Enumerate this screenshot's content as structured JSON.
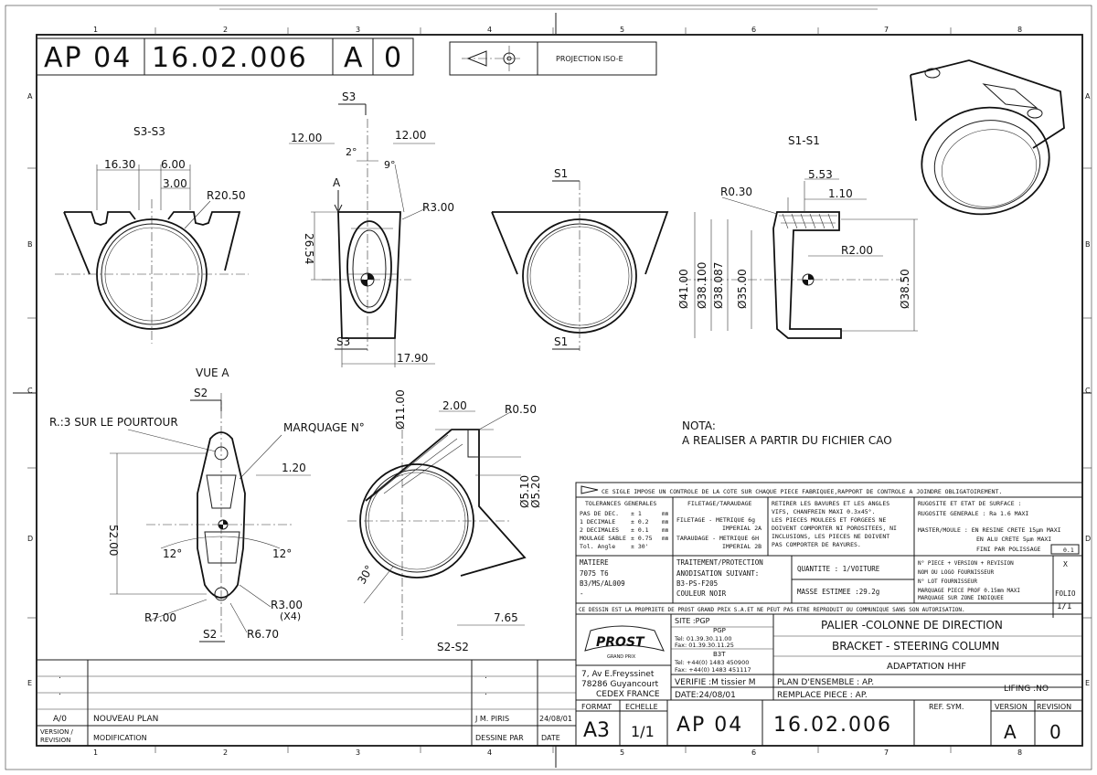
{
  "header": {
    "code": "AP 04",
    "number": "16.02.006",
    "variant": "A",
    "revision": "0",
    "projection": "PROJECTION ISO-E"
  },
  "columns": [
    "1",
    "2",
    "3",
    "4",
    "5",
    "6",
    "7",
    "8"
  ],
  "rows": [
    "A",
    "B",
    "C",
    "D",
    "E"
  ],
  "views": {
    "s3s3": {
      "title": "S3-S3",
      "dim_a": "16.30",
      "dim_b": "6.00",
      "dim_c": "3.00",
      "radius": "R20.50"
    },
    "side": {
      "section_top": "S3",
      "section_bottom": "S3",
      "arrow": "A",
      "dim_left": "12.00",
      "dim_right": "12.00",
      "angle1": "2°",
      "angle2": "9°",
      "radius": "R3.00",
      "height": "26.54",
      "width": "17.90"
    },
    "front": {
      "section_top": "S1",
      "section_bottom": "S1"
    },
    "s1s1": {
      "title": "S1-S1",
      "r_small": "R0.30",
      "dim_1": "5.53",
      "dim_2": "1.10",
      "r_big": "R2.00",
      "d1": "Ø41.00",
      "d2": "Ø38.100",
      "d3": "Ø38.087",
      "d4": "Ø35.00",
      "d5": "Ø38.50"
    },
    "vue_a": {
      "title": "VUE A",
      "section": "S2",
      "section_bottom": "S2",
      "note": "R.:3 SUR LE POURTOUR",
      "marking": "MARQUAGE N°",
      "dim_width": "1.20",
      "height": "52.00",
      "angle_l": "12°",
      "angle_r": "12°",
      "r7": "R7.00",
      "r3": "R3.00",
      "x4": "(X4)",
      "r6": "R6.70"
    },
    "s2s2": {
      "title": "S2-S2",
      "d11": "Ø11.00",
      "dim_2": "2.00",
      "r05": "R0.50",
      "d52": "Ø5.20",
      "d51": "Ø5.10",
      "angle": "30°",
      "dim_765": "7.65"
    }
  },
  "nota": {
    "title": "NOTA:",
    "text": "A REALISER A PARTIR DU FICHIER CAO"
  },
  "title_block": {
    "symbol_note": "CE SIGLE IMPOSE UN CONTROLE DE LA COTE SUR CHAQUE PIECE FABRIQUEE,RAPPORT DE CONTROLE A JOINDRE OBLIGATOIREMENT.",
    "tolerances": {
      "head": "TOLERANCES GENERALES",
      "rows": [
        [
          "PAS DE DEC.",
          "± 1",
          "mm"
        ],
        [
          "1 DECIMALE",
          "± 0.2",
          "mm"
        ],
        [
          "2 DECIMALES",
          "± 0.1",
          "mm"
        ],
        [
          "MOULAGE SABLE",
          "± 0.75",
          "mm"
        ],
        [
          "Tol. Angle",
          "± 30'",
          ""
        ]
      ]
    },
    "threads": {
      "head": "FILETAGE/TARAUDAGE",
      "l1": "FILETAGE - METRIQUE 6g",
      "l2": "IMPERIAL 2A",
      "l3": "TARAUDAGE - METRIQUE 6H",
      "l4": "IMPERIAL 2B"
    },
    "finish": {
      "l1": "RETIRER LES BAVURES ET LES ANGLES",
      "l2": "VIFS, CHANFREIN MAXI 0.3x45°.",
      "l3": "LES PIECES MOULEES ET FORGEES NE",
      "l4": "DOIVENT COMPORTER NI POROSITEES, NI",
      "l5": "INCLUSIONS, LES PIECES NE DOIVENT",
      "l6": "PAS COMPORTER DE RAYURES."
    },
    "roughness": {
      "l1": "RUGOSITE ET ETAT DE SURFACE :",
      "l2": "RUGOSITE GENERALE : Ra 1.6 MAXI",
      "l3": "MASTER/MOULE : EN RESINE CRETE 15µm MAXI",
      "l4": "EN ALU CRETE 5µm MAXI",
      "l5": "FINI PAR POLISSAGE",
      "l6": "0.1"
    },
    "material": {
      "head": "MATIERE",
      "v1": "7075 T6",
      "v2": "B3/MS/AL009",
      "v3": "-"
    },
    "treatment": {
      "head": "TRAITEMENT/PROTECTION",
      "v1": "ANODISATION SUIVANT:",
      "v2": "B3-PS-F205",
      "v3": "COULEUR NOIR"
    },
    "quantity": "QUANTITE :  1/VOITURE",
    "mass": "MASSE ESTIMEE :29.2g",
    "marking": {
      "l1": "N° PIECE + VERSION + REVISION",
      "l2": "NOM OU LOGO FOURNISSEUR",
      "l3": "N° LOT FOURNISSEUR",
      "l4": "MARQUAGE PIECE PROF 0.15mm MAXI",
      "l5": "MARQUAGE SUR ZONE INDIQUEE",
      "x": "X"
    },
    "folio_label": "FOLIO",
    "folio": "1/1",
    "property": "CE DESSIN EST LA PROPRIETE DE PROST GRAND PRIX S.A.ET NE PEUT PAS ETRE REPRODUIT OU COMMUNIQUE SANS SON AUTORISATION.",
    "logo": "PROST",
    "logo_sub": "GRAND PRIX",
    "site": "SITE :PGP",
    "pgp": "PGP",
    "tel1": "Tel: 01.39.30.11.00",
    "fax1": "Fax: 01.39.30.11.25",
    "b3t": "B3T",
    "tel2": "Tel: +44(0) 1483 450900",
    "fax2": "Fax: +44(0) 1483 451117",
    "addr1": "7, Av E.Freyssinet",
    "addr2": "78286 Guyancourt",
    "addr3": "CEDEX FRANCE",
    "title_fr": "PALIER -COLONNE DE DIRECTION",
    "title_en": "BRACKET - STEERING COLUMN",
    "adaptation": "ADAPTATION HHF",
    "verifie": "VERIFIE :M tissier M",
    "date": "DATE:24/08/01",
    "plan": "PLAN D'ENSEMBLE : AP.",
    "remplace": "REMPLACE PIECE   : AP.",
    "lifing": "LIFING :NO",
    "format_label": "FORMAT",
    "format": "A3",
    "scale_label": "ECHELLE",
    "scale": "1/1",
    "code": "AP 04",
    "number": "16.02.006",
    "ref_sym": "REF. SYM.",
    "version_label": "VERSION",
    "revision_label": "REVISION",
    "version": "A",
    "revision": "0"
  },
  "revision_table": {
    "av": "A/0",
    "text": "NOUVEAU PLAN",
    "by": "J M. PIRIS",
    "date": "24/08/01",
    "label1": "VERSION /",
    "label2": "REVISION",
    "modif": "MODIFICATION",
    "dessine": "DESSINE PAR",
    "date_label": "DATE"
  }
}
